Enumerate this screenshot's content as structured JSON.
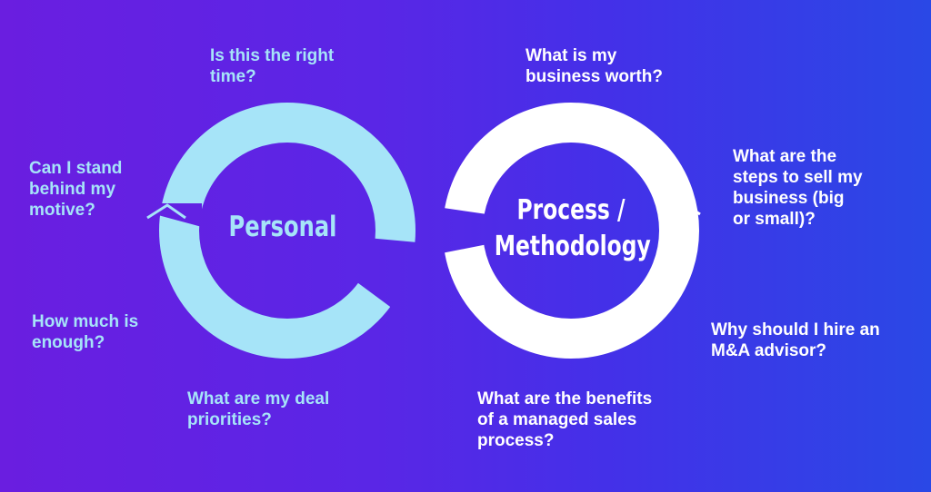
{
  "personal": {
    "label": "Personal",
    "questions": {
      "right_time": "Is this the right\ntime?",
      "motive": "Can I stand\nbehind my\nmotive?",
      "enough": "How much is\nenough?",
      "priorities": "What are my deal\npriorities?"
    }
  },
  "process": {
    "label": "Process /\nMethodology",
    "questions": {
      "worth": "What is my\nbusiness worth?",
      "steps": "What are the\nsteps to sell my\nbusiness (big\nor small)?",
      "advisor": "Why should I hire an\nM&A advisor?",
      "benefits": "What are the benefits\nof a managed sales\nprocess?"
    }
  },
  "colors": {
    "background_start": "#6a1ee0",
    "background_end": "#2a48e6",
    "personal_loop": "#a6e4f8",
    "process_loop": "#ffffff"
  }
}
